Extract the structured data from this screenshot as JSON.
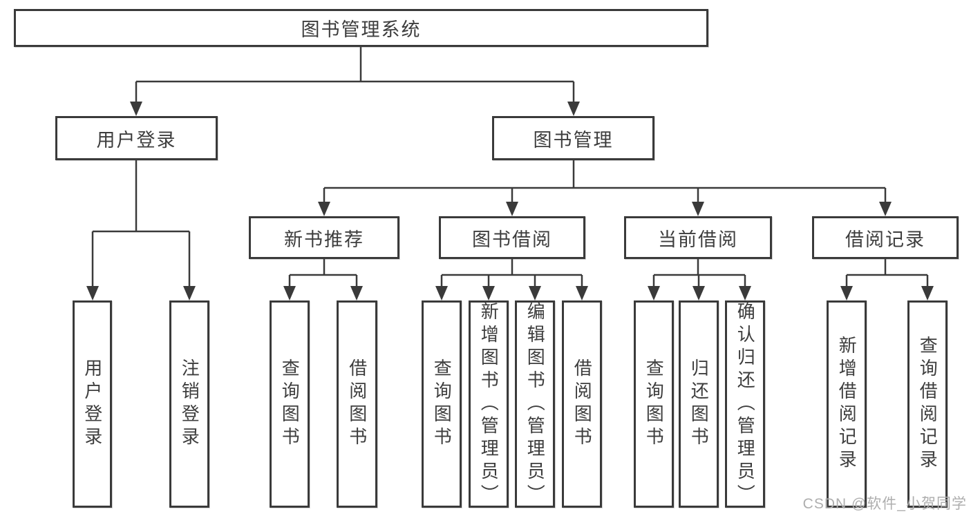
{
  "diagram_type": "hierarchy-tree",
  "colors": {
    "background": "#ffffff",
    "box_border": "#3a3a3a",
    "line": "#3a3a3a",
    "text": "#3d3d3d",
    "watermark": "#aeaeae"
  },
  "tree": {
    "label": "图书管理系统",
    "children": [
      {
        "label": "用户登录",
        "children": [
          {
            "label": "用户登录"
          },
          {
            "label": "注销登录"
          }
        ]
      },
      {
        "label": "图书管理",
        "children": [
          {
            "label": "新书推荐",
            "children": [
              {
                "label": "查询图书"
              },
              {
                "label": "借阅图书"
              }
            ]
          },
          {
            "label": "图书借阅",
            "children": [
              {
                "label": "查询图书"
              },
              {
                "label": "新增图书（管理员）"
              },
              {
                "label": "编辑图书（管理员）"
              },
              {
                "label": "借阅图书"
              }
            ]
          },
          {
            "label": "当前借阅",
            "children": [
              {
                "label": "查询图书"
              },
              {
                "label": "归还图书"
              },
              {
                "label": "确认归还（管理员）"
              }
            ]
          },
          {
            "label": "借阅记录",
            "children": [
              {
                "label": "新增借阅记录"
              },
              {
                "label": "查询借阅记录"
              }
            ]
          }
        ]
      }
    ]
  },
  "watermark": {
    "text": "CSDN @软件_小贺同学"
  }
}
